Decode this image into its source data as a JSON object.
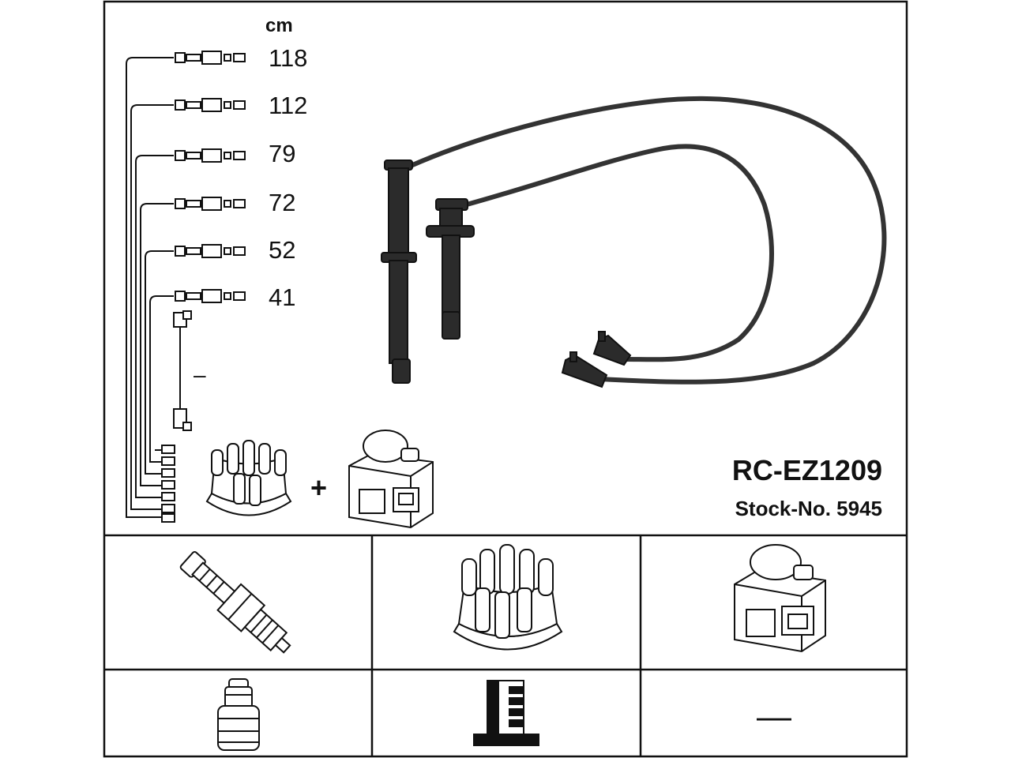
{
  "header": {
    "unit": "cm",
    "lengths": [
      "118",
      "112",
      "79",
      "72",
      "52",
      "41"
    ],
    "missing_lead_mark": "–"
  },
  "product": {
    "code": "RC-EZ1209",
    "stock_label": "Stock-No. 5945"
  },
  "kit_joiner": "+",
  "table": {
    "empty_cell_mark": "—"
  },
  "icons": {
    "cable": "ignition-cable-icon",
    "spark_plug": "spark-plug-icon",
    "distributor_cap": "distributor-cap-icon",
    "ignition_coil": "ignition-coil-icon",
    "plug_connector": "spark-plug-connector-icon",
    "cap_terminal": "cap-terminal-icon"
  },
  "colors": {
    "line": "#111111",
    "cable": "#333333",
    "background": "#ffffff"
  }
}
